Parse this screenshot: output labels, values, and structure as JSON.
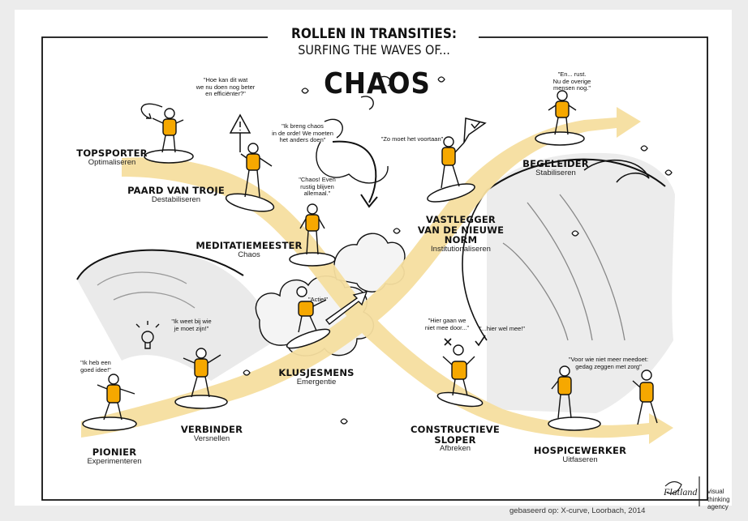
{
  "title": {
    "line1": "ROLLEN IN TRANSITIES:",
    "line2": "SURFING THE WAVES OF...",
    "big": "CHAOS"
  },
  "roles": [
    {
      "name": "TOPSPORTER",
      "sub": "Optimaliseren"
    },
    {
      "name": "PAARD VAN TROJE",
      "sub": "Destabiliseren"
    },
    {
      "name": "MEDITATIEMEESTER",
      "sub": "Chaos"
    },
    {
      "name": "KLUSJESMENS",
      "sub": "Emergentie"
    },
    {
      "name": "VERBINDER",
      "sub": "Versnellen"
    },
    {
      "name": "PIONIER",
      "sub": "Experimenteren"
    },
    {
      "name": "VASTLEGGER\nVAN DE NIEUWE NORM",
      "sub": "Institutionaliseren"
    },
    {
      "name": "BEGELEIDER",
      "sub": "Stabiliseren"
    },
    {
      "name": "CONSTRUCTIEVE\nSLOPER",
      "sub": "Afbreken"
    },
    {
      "name": "HOSPICEWERKER",
      "sub": "Uitfaseren"
    }
  ],
  "quotes": {
    "topsporter": "\"Hoe kan dit wat\nwe nu doen nog beter\nen efficiënter?\"",
    "paard": "\"Ik breng chaos\nin de orde! We moeten\nhet anders doen\"",
    "meditatie": "\"Chaos! Even\nrustig blijven\nallemaal.\"",
    "klusjes": "\"Actie!\"",
    "verbinder": "\"Ik weet bij wie\nje moet zijn!\"",
    "pionier": "\"Ik heb een\ngoed idee!\"",
    "vastlegger": "\"Zo moet het voortaan\"",
    "begeleider": "\"En... rust.\nNu de overige\nmensen nog.\"",
    "sloper_a": "\"Hier gaan we\nniet mee door...\"",
    "sloper_b": "\"...hier wel mee!\"",
    "hospice": "\"Voor wie niet meer meedoet:\ngedag zeggen met zorg\""
  },
  "footer": "gebaseerd op: X-curve, Loorbach, 2014",
  "logo": {
    "name": "Flatland",
    "tagline_1": "visual",
    "tagline_2": "thinking",
    "tagline_3": "agency"
  },
  "colors": {
    "accent": "#f6a800",
    "arrow": "#f6dfa0",
    "ink": "#111111",
    "wave": "#9a9a9a"
  },
  "icons": [
    "lightbulb-icon",
    "warning-sign-icon",
    "flag-icon",
    "arrow-icon",
    "cross-icon",
    "check-icon"
  ]
}
